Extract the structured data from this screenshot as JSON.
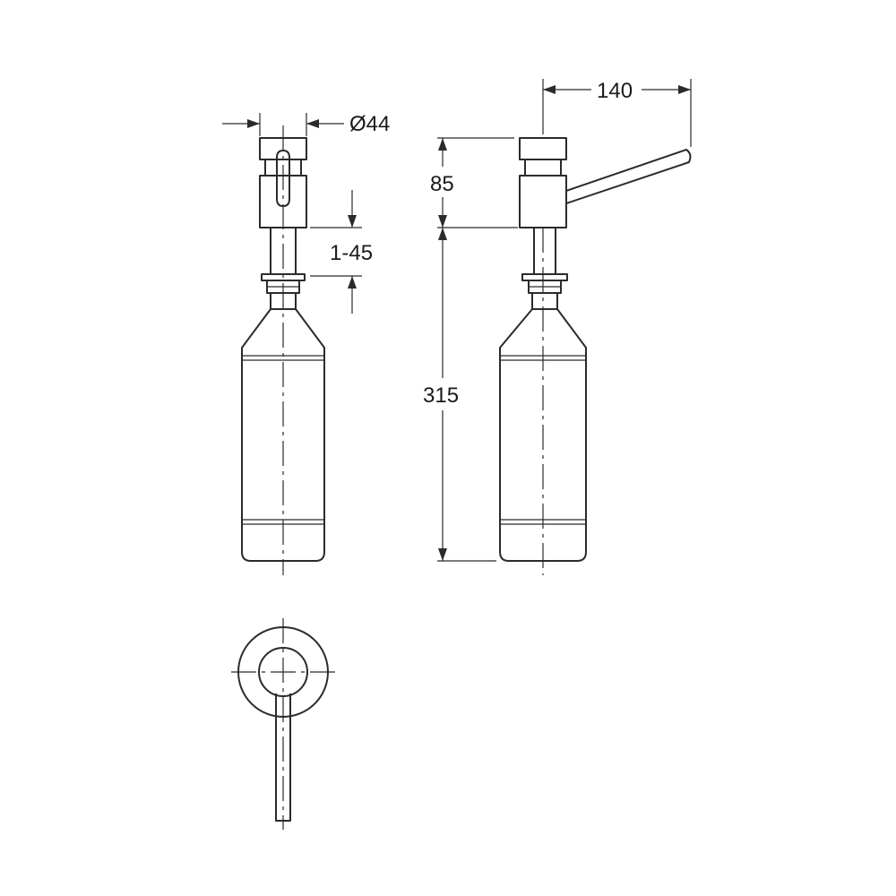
{
  "dimensions": {
    "diameter": "Ø44",
    "stroke_range": "1-45",
    "spout_length": "140",
    "head_height": "85",
    "bottle_height": "315"
  }
}
